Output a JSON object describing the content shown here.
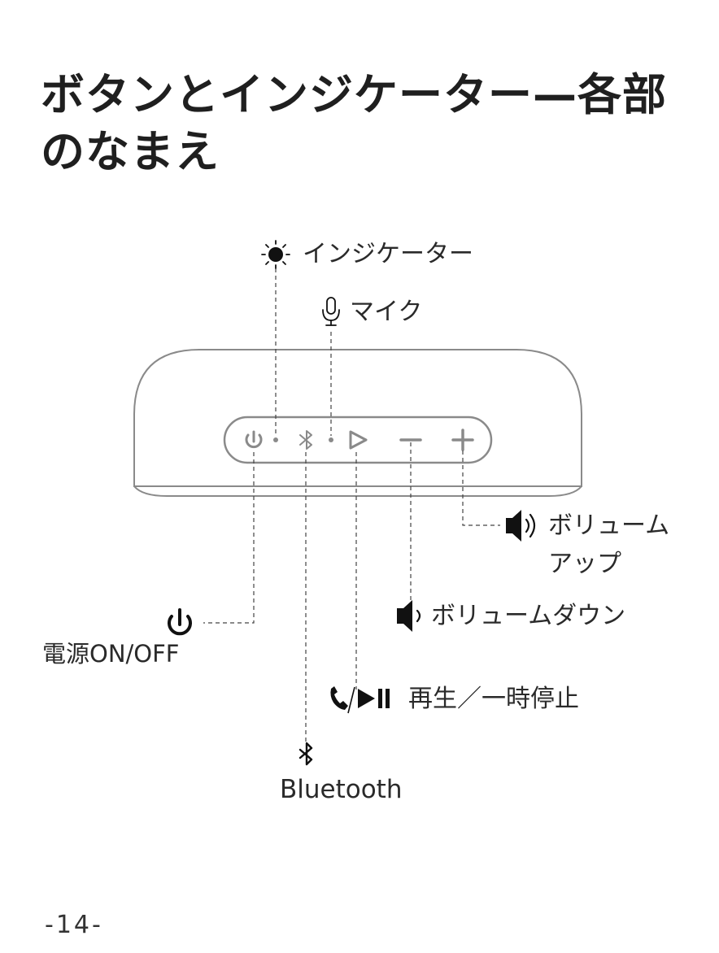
{
  "title": {
    "line1": "ボタンとインジケーター—各部",
    "line2": "のなまえ"
  },
  "labels": {
    "indicator": "インジケーター",
    "mic": "マイク",
    "volume_up_1": "ボリューム",
    "volume_up_2": "アップ",
    "volume_down": "ボリュームダウン",
    "power": "電源ON/OFF",
    "play_pause": "再生／一時停止",
    "bluetooth": "Bluetooth"
  },
  "icons": {
    "indicator": "sun-icon",
    "mic": "microphone-icon",
    "volume_up": "speaker-loud-icon",
    "volume_down": "speaker-quiet-icon",
    "power": "power-icon",
    "phone": "phone-icon",
    "play_pause": "play-pause-icon",
    "bluetooth": "bluetooth-icon"
  },
  "page_number": "-14-"
}
